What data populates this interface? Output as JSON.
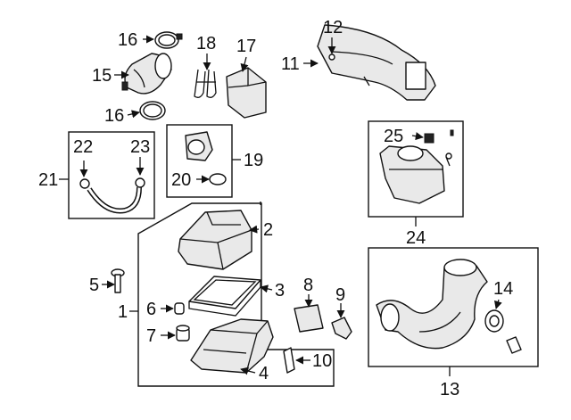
{
  "callouts": {
    "c1": "1",
    "c2": "2",
    "c3": "3",
    "c4": "4",
    "c5": "5",
    "c6": "6",
    "c7": "7",
    "c8": "8",
    "c9": "9",
    "c10": "10",
    "c11": "11",
    "c12": "12",
    "c13": "13",
    "c14": "14",
    "c15": "15",
    "c16a": "16",
    "c16b": "16",
    "c17": "17",
    "c18": "18",
    "c19": "19",
    "c20": "20",
    "c21": "21",
    "c22": "22",
    "c23": "23",
    "c24": "24",
    "c25": "25"
  }
}
